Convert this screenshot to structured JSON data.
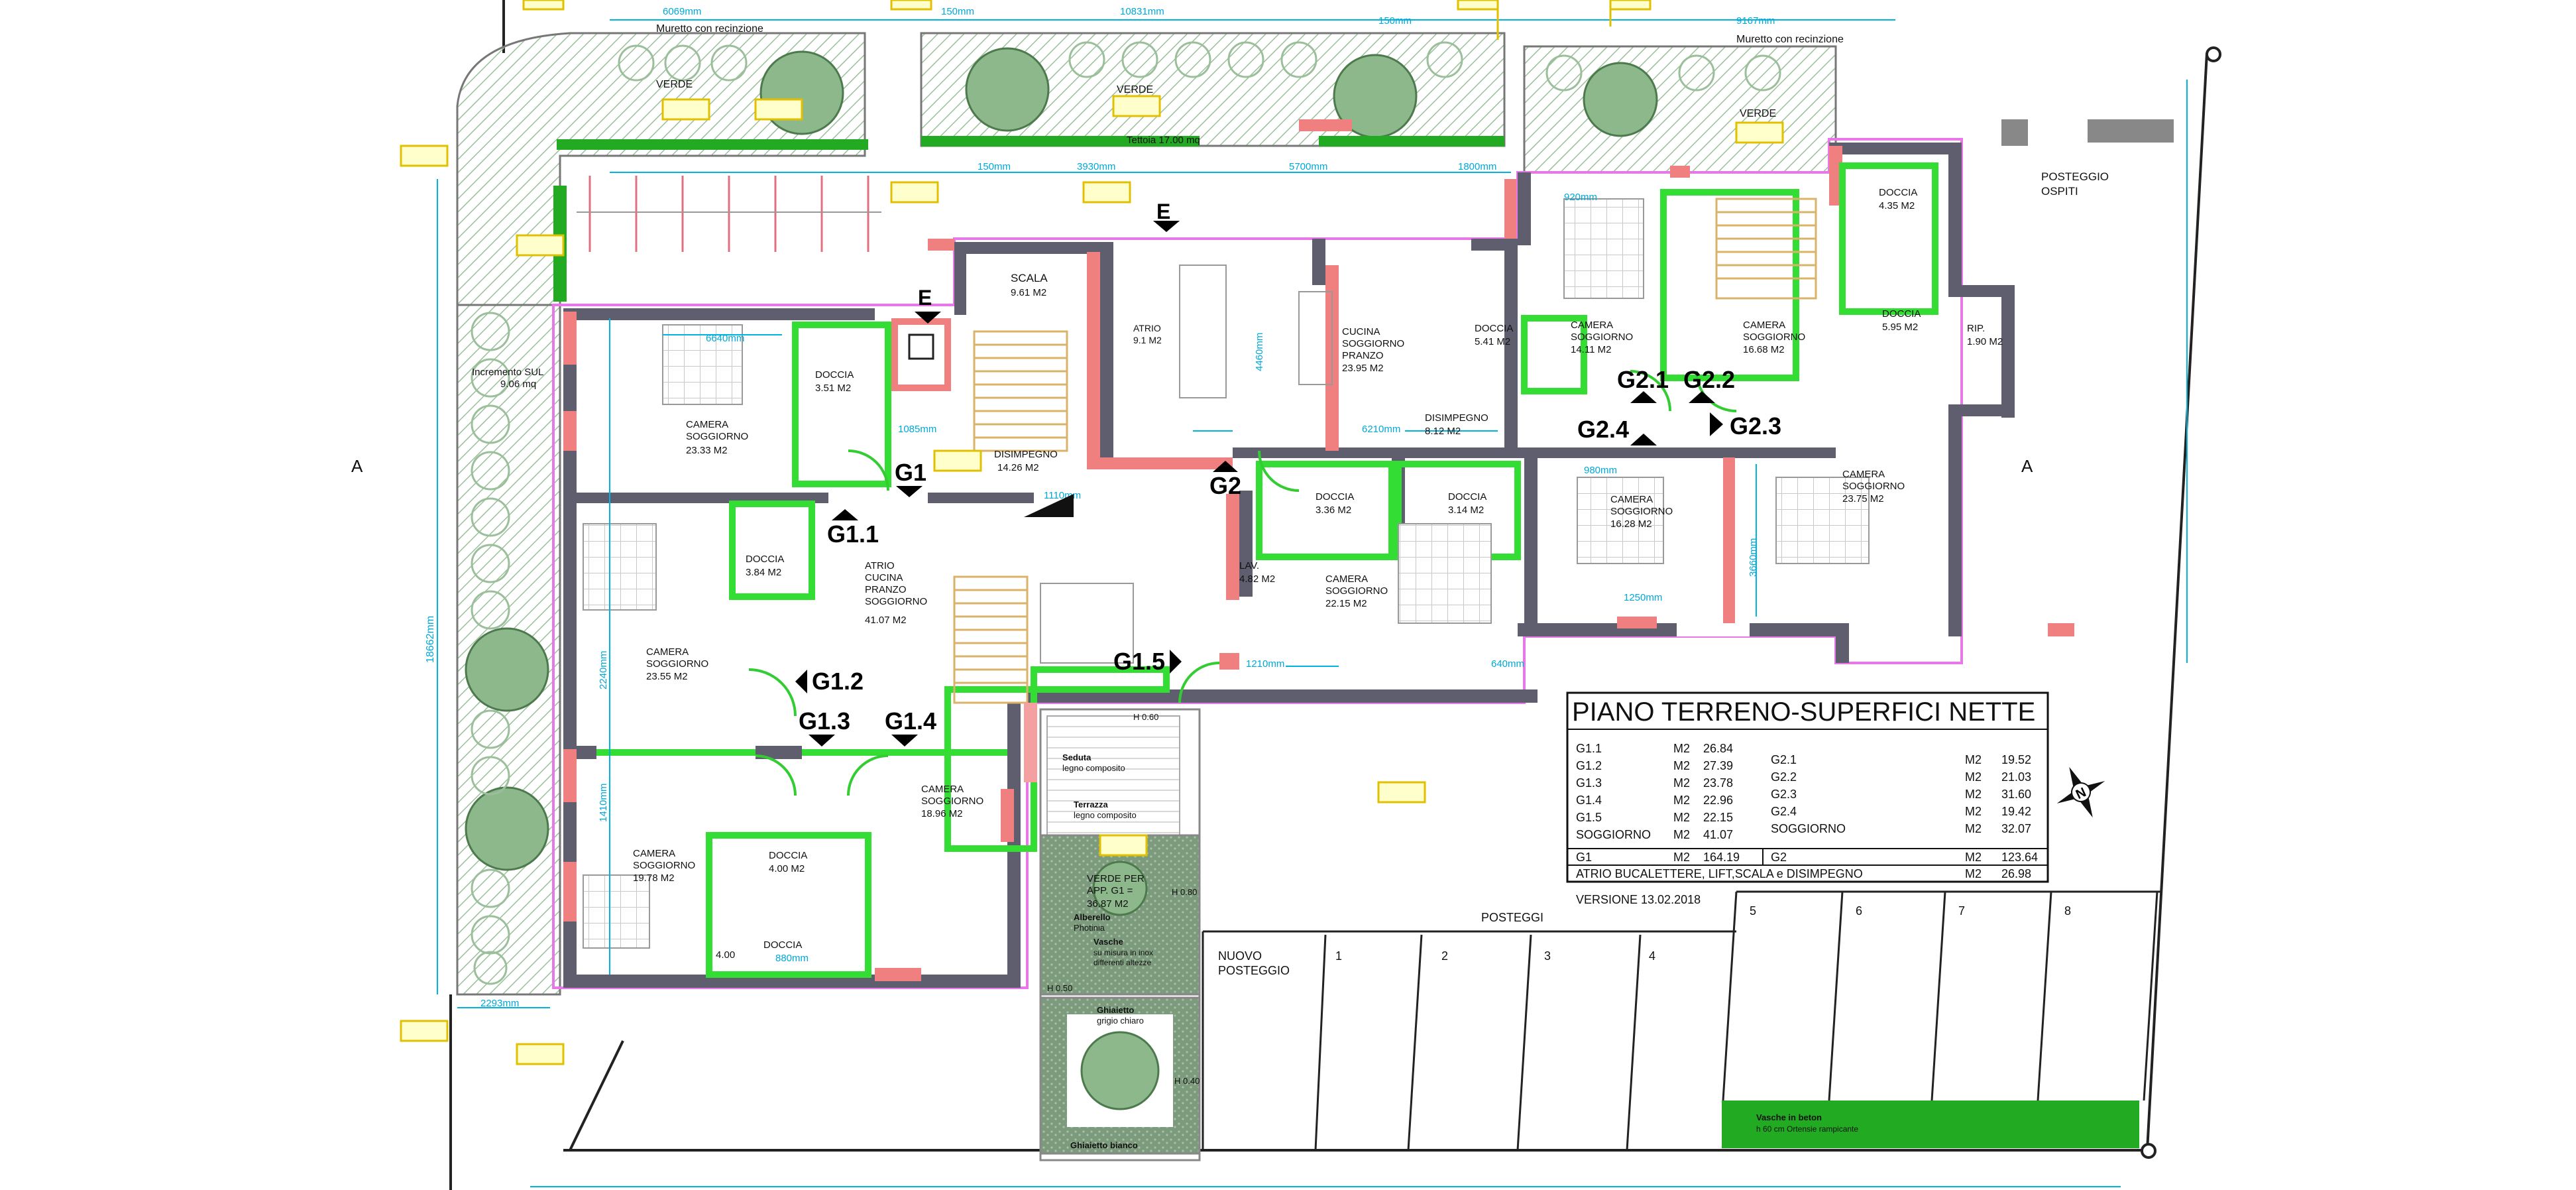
{
  "top_labels": {
    "wall_left": "Muretto con recinzione",
    "wall_right": "Muretto con recinzione",
    "canopy": "Tettoia 17.00 mq",
    "guest_parking_1": "POSTEGGIO",
    "guest_parking_2": "OSPITI",
    "verde": "VERDE",
    "increment_1": "Incremento SUL",
    "increment_2": "9.06 mq"
  },
  "dimensions": {
    "d1": "6069mm",
    "d2": "10831mm",
    "d3": "150mm",
    "d4": "9167mm",
    "d5": "150mm",
    "d6": "3930mm",
    "d7": "5700mm",
    "d8": "1800mm",
    "d9": "150mm",
    "d10": "920mm",
    "d11": "1085mm",
    "d12": "1110mm",
    "d13": "1210mm",
    "d14": "1250mm",
    "d15": "2293mm",
    "d16": "6640mm",
    "d17": "4460mm",
    "d18": "6210mm",
    "d19": "980mm",
    "d20": "3660mm",
    "d21": "2240mm",
    "d22": "1410mm",
    "d23": "880mm",
    "d24": "640mm",
    "d25": "18662mm"
  },
  "rooms": [
    {
      "id": "r1",
      "name": "CAMERA\nSOGGIORNO",
      "area": "23.33 M2"
    },
    {
      "id": "r2",
      "name": "DOCCIA",
      "area": "3.51 M2"
    },
    {
      "id": "r3",
      "name": "SCALA",
      "area": "9.61 M2"
    },
    {
      "id": "r4",
      "name": "ATRIO",
      "area": "9.1 M2"
    },
    {
      "id": "r5",
      "name": "DISIMPEGNO",
      "area": "14.26 M2"
    },
    {
      "id": "r6",
      "name": "CUCINA\nSOGGIORNO\nPRANZO",
      "area": "23.95 M2"
    },
    {
      "id": "r7",
      "name": "DOCCIA",
      "area": "5.41 M2"
    },
    {
      "id": "r8",
      "name": "CAMERA\nSOGGIORNO",
      "area": "14.11 M2"
    },
    {
      "id": "r9",
      "name": "CAMERA\nSOGGIORNO",
      "area": "16.68 M2"
    },
    {
      "id": "r10",
      "name": "DOCCIA",
      "area": "4.35 M2"
    },
    {
      "id": "r11",
      "name": "DOCCIA",
      "area": "5.95 M2"
    },
    {
      "id": "r12",
      "name": "RIP.",
      "area": "1.90 M2"
    },
    {
      "id": "r13",
      "name": "DISIMPEGNO",
      "area": "8.12 M2"
    },
    {
      "id": "r14",
      "name": "DOCCIA",
      "area": "3.84 M2"
    },
    {
      "id": "r15",
      "name": "ATRIO\nCUCINA\nPRANZO\nSOGGIORNO",
      "area": "41.07 M2"
    },
    {
      "id": "r16",
      "name": "CAMERA\nSOGGIORNO",
      "area": "23.55 M2"
    },
    {
      "id": "r17",
      "name": "LAV.",
      "area": "4.82 M2"
    },
    {
      "id": "r18",
      "name": "CAMERA\nSOGGIORNO",
      "area": "22.15 M2"
    },
    {
      "id": "r19",
      "name": "DOCCIA",
      "area": "3.36 M2"
    },
    {
      "id": "r20",
      "name": "DOCCIA",
      "area": "3.14 M2"
    },
    {
      "id": "r21",
      "name": "CAMERA\nSOGGIORNO",
      "area": "16.28 M2"
    },
    {
      "id": "r22",
      "name": "CAMERA\nSOGGIORNO",
      "area": "23.75 M2"
    },
    {
      "id": "r23",
      "name": "CAMERA\nSOGGIORNO",
      "area": "18.96 M2"
    },
    {
      "id": "r24",
      "name": "CAMERA\nSOGGIORNO",
      "area": "19.78 M2"
    },
    {
      "id": "r25",
      "name": "DOCCIA",
      "area": "4.00 M2"
    },
    {
      "id": "r26",
      "name": "DOCCIA",
      "area": "4.00"
    },
    {
      "id": "r27",
      "name": "VERDE PER\nAPP. G1 =",
      "area": "36.87 M2"
    }
  ],
  "unit_tags": [
    "E",
    "E",
    "G1",
    "G1.1",
    "G2",
    "G1.2",
    "G1.3",
    "G1.4",
    "G1.5",
    "G2.1",
    "G2.2",
    "G2.3",
    "G2.4",
    "A",
    "A"
  ],
  "terrace": {
    "h060": "H 0.60",
    "seduta_1": "Seduta",
    "seduta_2": "legno composito",
    "terrazza_1": "Terrazza",
    "terrazza_2": "legno composito",
    "alberello_1": "Alberello",
    "alberello_2": "Photinia",
    "vasche_1": "Vasche",
    "vasche_2": "su misura in inox",
    "vasche_3": "differenti altezze",
    "ghiaietto_1": "Ghiaietto",
    "ghiaietto_2": "grigio chiaro",
    "ghiaietto_bottom": "Ghiaietto bianco",
    "h050": "H 0.50",
    "h080": "H 0.80",
    "h040": "H 0.40"
  },
  "parking": {
    "title": "POSTEGGI",
    "new_1": "NUOVO",
    "new_2": "POSTEGGIO",
    "spots": [
      "1",
      "2",
      "3",
      "4",
      "5",
      "6",
      "7",
      "8"
    ],
    "planter_1": "Vasche in beton",
    "planter_2": "h 60 cm Ortensie rampicante"
  },
  "summary": {
    "title": "PIANO TERRENO-SUPERFICI NETTE",
    "left_rows": [
      [
        "G1.1",
        "M2",
        "26.84"
      ],
      [
        "G1.2",
        "M2",
        "27.39"
      ],
      [
        "G1.3",
        "M2",
        "23.78"
      ],
      [
        "G1.4",
        "M2",
        "22.96"
      ],
      [
        "G1.5",
        "M2",
        "22.15"
      ],
      [
        "SOGGIORNO",
        "M2",
        "41.07"
      ]
    ],
    "right_rows": [
      [
        "G2.1",
        "M2",
        "19.52"
      ],
      [
        "G2.2",
        "M2",
        "21.03"
      ],
      [
        "G2.3",
        "M2",
        "31.60"
      ],
      [
        "G2.4",
        "M2",
        "19.42"
      ],
      [
        "SOGGIORNO",
        "M2",
        "32.07"
      ]
    ],
    "total_left": [
      "G1",
      "M2",
      "164.19"
    ],
    "total_right": [
      "G2",
      "M2",
      "123.64"
    ],
    "atrio_row": [
      "ATRIO BUCALETTERE, LIFT,SCALA e DISIMPEGNO",
      "M2",
      "26.98"
    ],
    "version": "VERSIONE 13.02.2018"
  },
  "north": "N",
  "colors": {
    "wall_dark": "#5e5e6e",
    "wall_red": "#f08080",
    "wall_green": "#33dd33",
    "dim_cyan": "#00b4e0",
    "pink": "#e878e8",
    "tree": "#8cb88c",
    "planter": "#22aa22",
    "yellow": "#e0c000"
  }
}
